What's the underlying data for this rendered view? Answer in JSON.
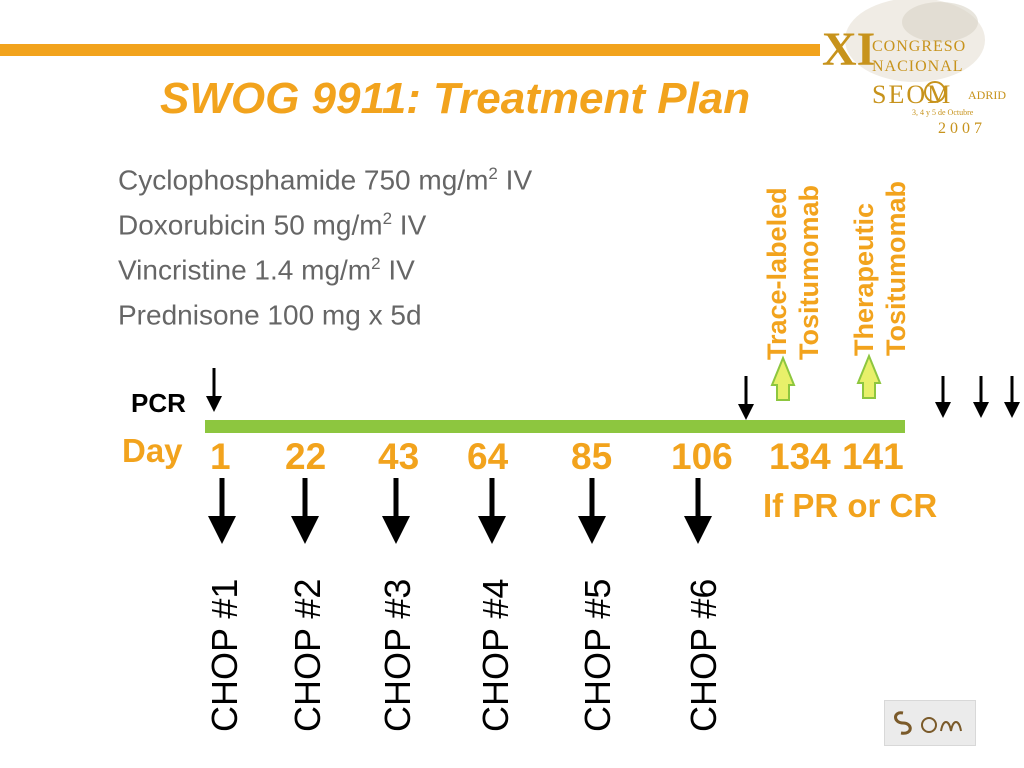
{
  "title": "SWOG 9911: Treatment Plan",
  "congress_logo": {
    "numeral": "XI",
    "line1": "CONGRESO",
    "line2": "NACIONAL",
    "org": "SEOM",
    "city": "ADRID",
    "dates": "3, 4 y 5 de Octubre",
    "year": "2007"
  },
  "regimen": [
    {
      "drug": "Cyclophosphamide 750 mg/m",
      "sup": "2",
      "route": " IV"
    },
    {
      "drug": "Doxorubicin 50 mg/m",
      "sup": "2",
      "route": " IV"
    },
    {
      "drug": "Vincristine 1.4 mg/m",
      "sup": "2",
      "route": " IV"
    },
    {
      "drug": "Prednisone 100 mg x 5d",
      "sup": "",
      "route": ""
    }
  ],
  "antibody_labels": [
    {
      "line1": "Trace-labeled",
      "line2": "Tositumomab"
    },
    {
      "line1": "Therapeutic",
      "line2": "Tositumomab"
    }
  ],
  "timeline": {
    "pcr_label": "PCR",
    "day_label": "Day",
    "days": [
      "1",
      "22",
      "43",
      "64",
      "85",
      "106",
      "134",
      "141"
    ],
    "chop_cycles": [
      "CHOP #1",
      "CHOP #2",
      "CHOP #3",
      "CHOP #4",
      "CHOP #5",
      "CHOP #6"
    ],
    "condition_label": "If PR or CR"
  },
  "colors": {
    "accent": "#f2a31d",
    "timeline": "#8dc63f",
    "antibody_arrow": "#e8f06a",
    "text_gray": "#666666"
  }
}
